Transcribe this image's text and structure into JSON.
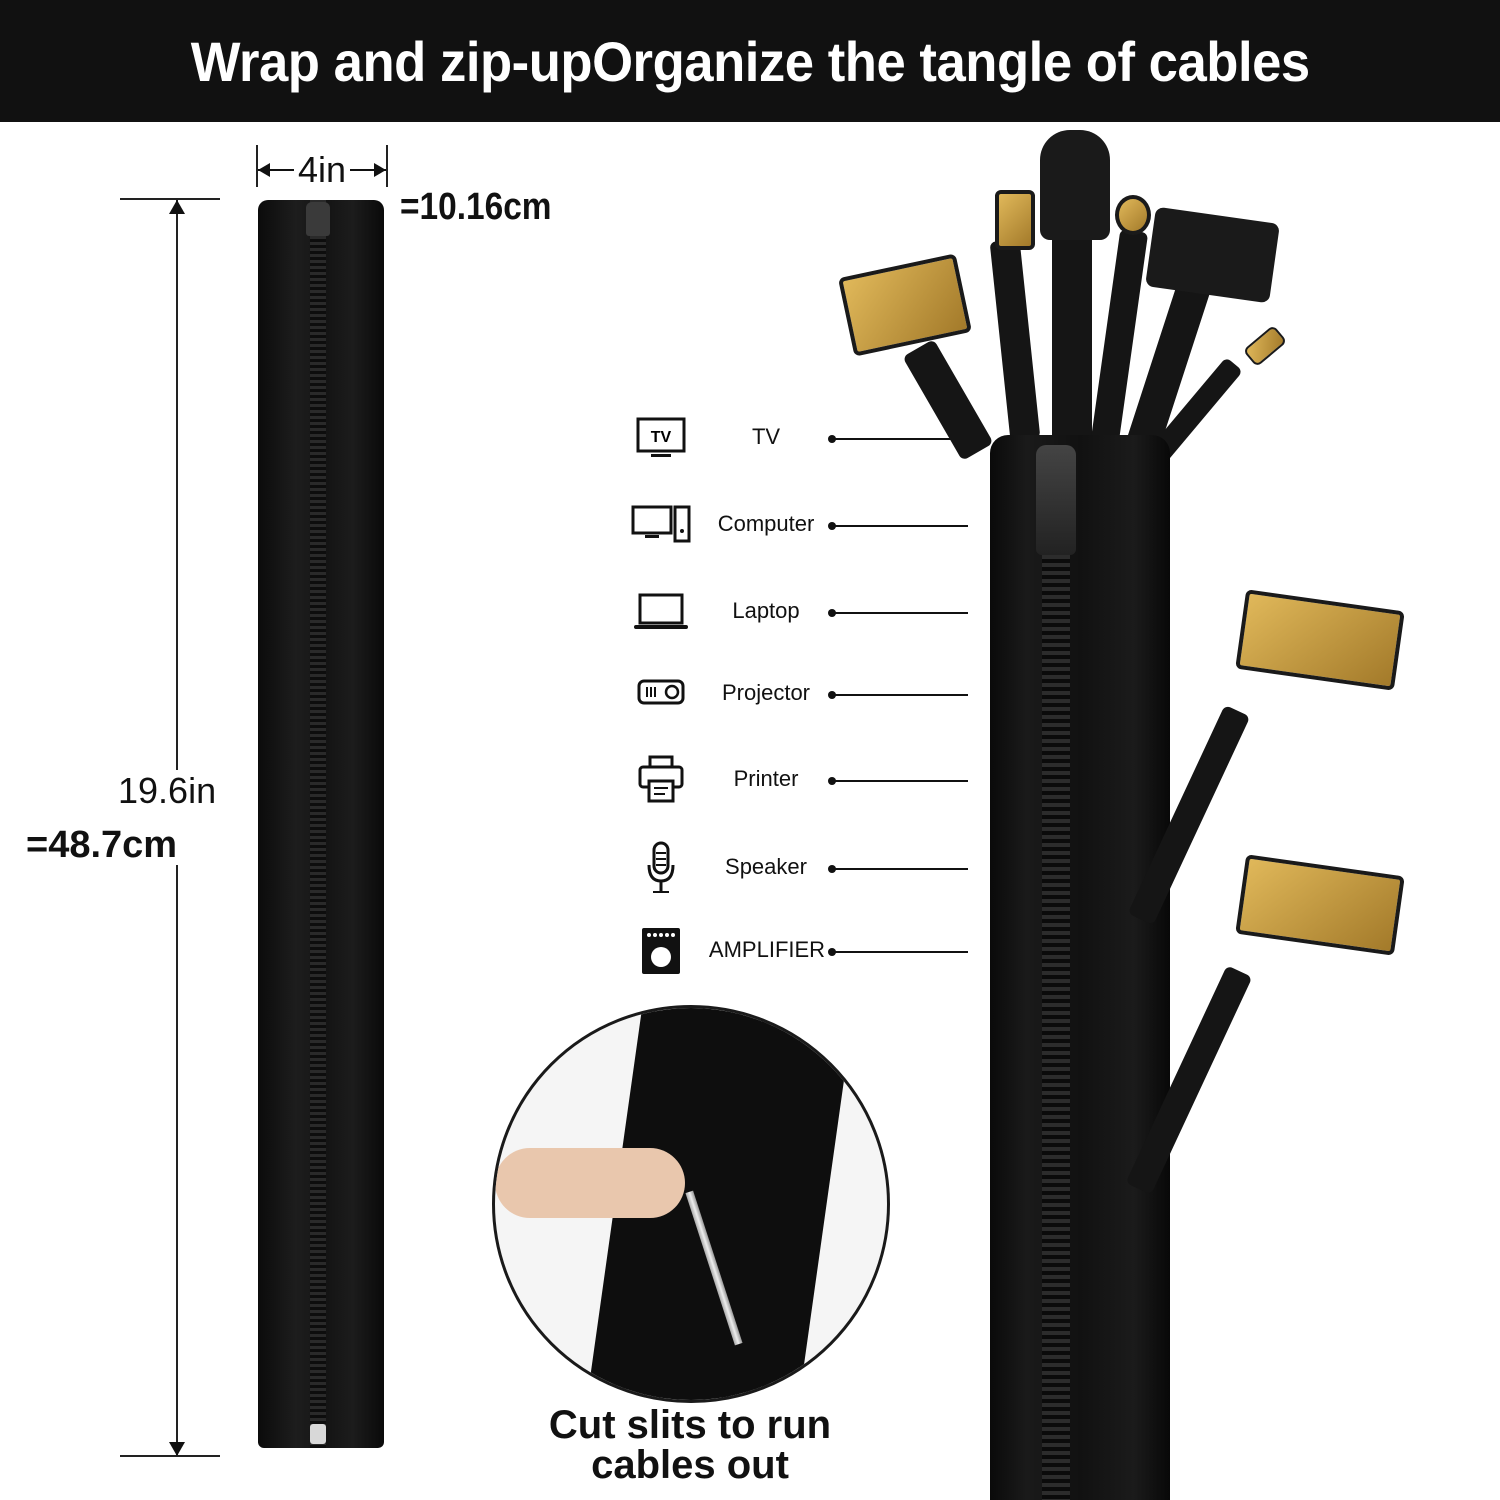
{
  "banner": {
    "title": "Wrap and zip-upOrganize the tangle of cables",
    "background": "#111111",
    "text_color": "#ffffff"
  },
  "dimensions": {
    "width_in": "4in",
    "width_cm": "=10.16cm",
    "height_in": "19.6in",
    "height_cm": "=48.7cm"
  },
  "devices": [
    {
      "label": "TV",
      "icon": "tv-icon"
    },
    {
      "label": "Computer",
      "icon": "computer-icon"
    },
    {
      "label": "Laptop",
      "icon": "laptop-icon"
    },
    {
      "label": "Projector",
      "icon": "projector-icon"
    },
    {
      "label": "Printer",
      "icon": "printer-icon"
    },
    {
      "label": "Speaker",
      "icon": "microphone-icon"
    },
    {
      "label": "AMPLIFIER",
      "icon": "amplifier-icon"
    }
  ],
  "caption": {
    "line1": "Cut slits to run",
    "line2": "cables out"
  }
}
